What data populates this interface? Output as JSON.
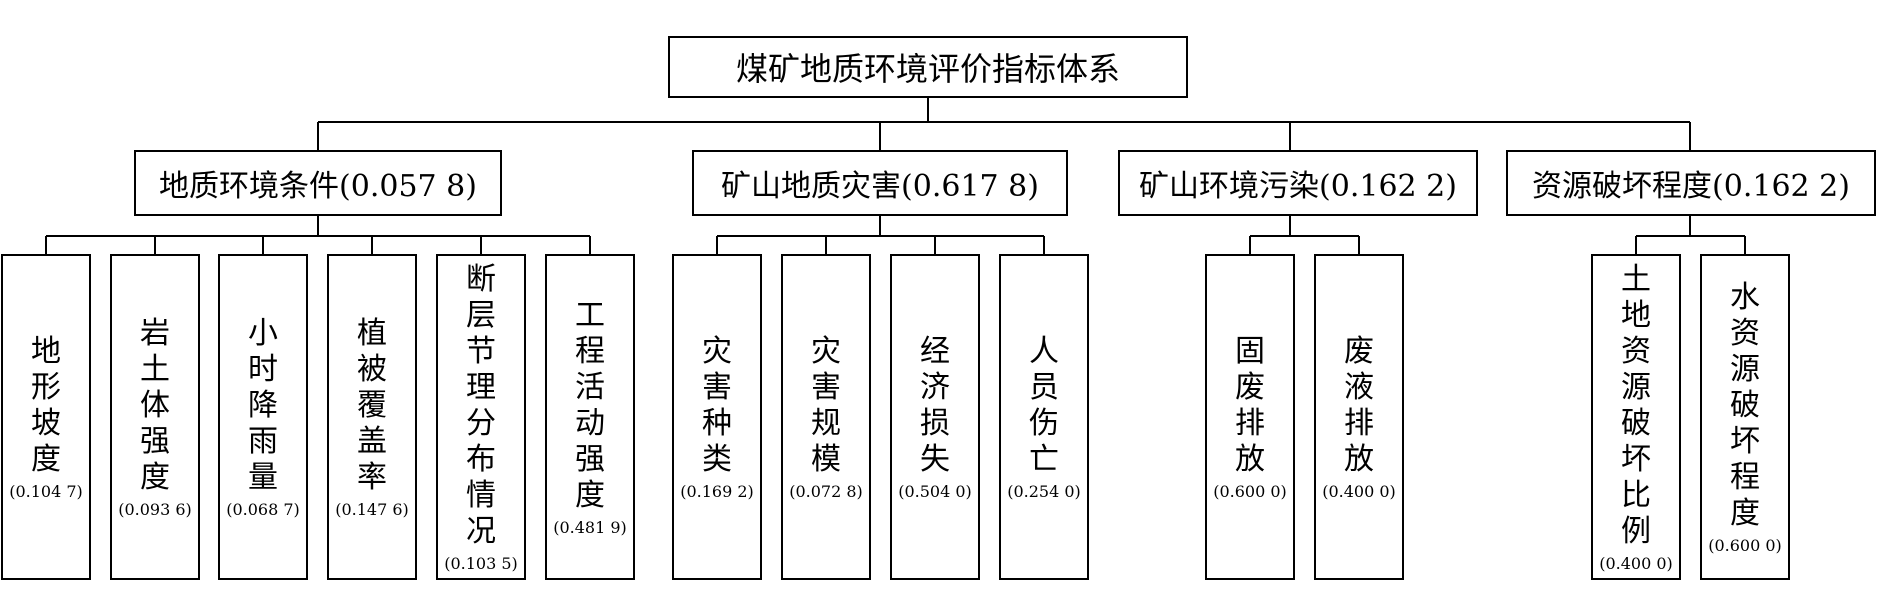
{
  "title": "煤矿地质环境评价指标体系",
  "categories": [
    {
      "label": "地质环境条件(0.057 8)",
      "indicators": [
        {
          "name": "地形坡度",
          "weight": "(0.104 7)"
        },
        {
          "name": "岩土体强度",
          "weight": "(0.093 6)"
        },
        {
          "name": "小时降雨量",
          "weight": "(0.068 7)"
        },
        {
          "name": "植被覆盖率",
          "weight": "(0.147 6)"
        },
        {
          "name": "断层节理分布情况",
          "weight": "(0.103 5)"
        },
        {
          "name": "工程活动强度",
          "weight": "(0.481 9)"
        }
      ]
    },
    {
      "label": "矿山地质灾害(0.617 8)",
      "indicators": [
        {
          "name": "灾害种类",
          "weight": "(0.169 2)"
        },
        {
          "name": "灾害规模",
          "weight": "(0.072 8)"
        },
        {
          "name": "经济损失",
          "weight": "(0.504 0)"
        },
        {
          "name": "人员伤亡",
          "weight": "(0.254 0)"
        }
      ]
    },
    {
      "label": "矿山环境污染(0.162 2)",
      "indicators": [
        {
          "name": "固废排放",
          "weight": "(0.600 0)"
        },
        {
          "name": "废液排放",
          "weight": "(0.400 0)"
        }
      ]
    },
    {
      "label": "资源破坏程度(0.162 2)",
      "indicators": [
        {
          "name": "土地资源破坏比例",
          "weight": "(0.400 0)"
        },
        {
          "name": "水资源破坏程度",
          "weight": "(0.600 0)"
        }
      ]
    }
  ]
}
